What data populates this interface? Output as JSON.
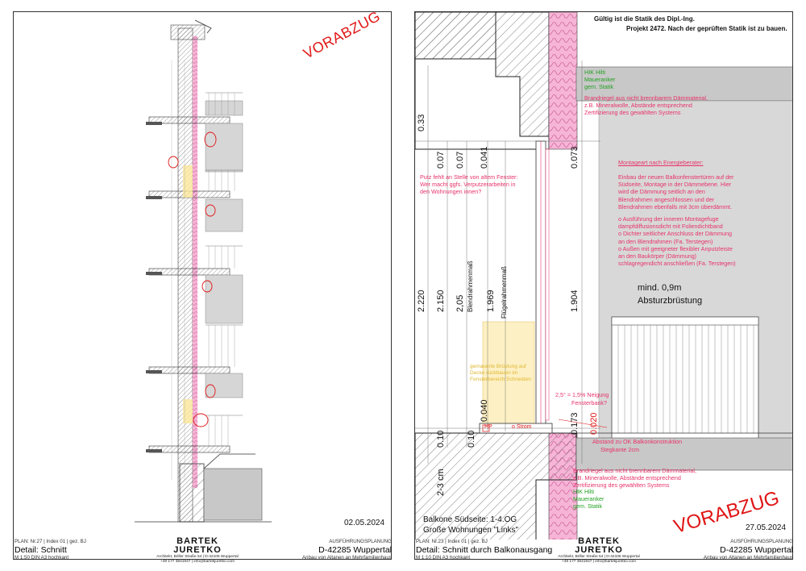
{
  "left": {
    "stamp": "VORABZUG",
    "date": "02.05.2024",
    "title_block": {
      "plan_line": "PLAN: Nr.27 | Index 01 | gez. BJ",
      "detail": "Detail: Schnitt",
      "scale": "M 1:50 DIN A3 hochkant",
      "logo_line1": "BARTEK",
      "logo_line2": "JURETKO",
      "office_line1": "Architekt, Briller Straße 54 | D-42105 Wuppertal",
      "office_line2": "+49 177 3841947 | info@bartekjuretko.com",
      "phase": "AUSFÜHRUNGSPLANUNG",
      "city": "D-42285 Wuppertal",
      "project": "Anbau von Altanen an Mehrfamilienhaus"
    }
  },
  "right": {
    "top_note_1": "Gültig ist die Statik des Dipl.-Ing.",
    "top_note_2": "Projekt 2472. Nach der geprüften Statik ist zu bauen.",
    "hik_top": [
      "HIK Hilti",
      "Maueranker",
      "gem. Statik"
    ],
    "brandriegel_top": [
      "Brandriegel aus nicht brennbarem Dämmaterial,",
      "z.B. Mineralwolle, Abstände entsprechend",
      "Zertifizierung des gewählten Systems"
    ],
    "montage_title": "Montageart nach Energieberater:",
    "montage_text": [
      "Einbau der neuen Balkonfenstertüren auf der",
      "Südseite, Montage in der Dämmebene. Hier",
      "wird die Dämmung seitlich an den",
      "Blendrahmen angeschlossen und der",
      "Blendrahmen ebenfalls mit 3cm überdämmt.",
      "",
      "o Ausführung der inneren Montagefuge",
      "dampfdiffusionsdicht mit Foliendichtband",
      "o Dichter seitlicher Anschluss der Dämmung",
      "an den Blendrahmen (Fa. Terstegen)",
      "o Außen mit geeigneter flexibler Anputzleiste",
      "an den Baukörper (Dämmung)",
      "schlagregendicht anschließen (Fa. Terstegen)"
    ],
    "putz_note": [
      "Putz fehlt an Stelle von altem Fenster:",
      "Wer macht ggfs. Verputzerarbeiten in",
      "den Wohnungen innen?"
    ],
    "mind": "mind. 0,9m",
    "absturz": "Absturzbrüstung",
    "slope_1": "2,5° = 1,5% Neigung",
    "slope_2": "Fensterbank?",
    "abstand_1": "Abstand zu OK Balkonkonstruktion",
    "abstand_2": "Stegkante 2cm",
    "brandriegel_bottom": [
      "Brandriegel aus nicht brennbarem Dämmaterial,",
      "z.B. Mineralwolle, Abstände entsprechend",
      "Zertifizierung des gewählten Systems"
    ],
    "hik_bottom": [
      "HIK Hilti",
      "Maueranker",
      "gem. Statik"
    ],
    "hp": "HP",
    "strom": "o Strom",
    "yellow_note": [
      "gemauerte Brüstung auf",
      "Decke rückbauen im",
      "Fensterbereich Schneiden"
    ],
    "dims": {
      "d033": "0.33",
      "d007a": "0.07",
      "d007b": "0.07",
      "d0041": "0.041",
      "d0073": "0.073",
      "d2220": "2.220",
      "d2150": "2.150",
      "d205": "2,05",
      "blend": "Blendrahmenmaß",
      "d1969": "1.969",
      "fluegel": "Flügelrahmenmaß",
      "d1904": "1.904",
      "d0040": "0.040",
      "d010a": "0.10",
      "d010b": "0.10",
      "d0173": "0.173",
      "d0020": "0.020",
      "d23cm": "2-3 cm"
    },
    "stamp": "VORABZUG",
    "balkone_1": "Balkone Südseite: 1-4.OG",
    "balkone_2": "Große Wohnungen \"Links\"",
    "date": "27.05.2024",
    "title_block": {
      "plan_line": "PLAN: Nr.23 | Index 01 | gez. BJ",
      "detail": "Detail: Schnitt durch Balkonausgang",
      "scale": "M 1:10 DIN A3 hochkant",
      "logo_line1": "BARTEK",
      "logo_line2": "JURETKO",
      "office_line1": "Architekt, Briller Straße 54 | D-42105 Wuppertal",
      "office_line2": "+49 177 3841947 | info@bartekjuretko.com",
      "phase": "AUSFÜHRUNGSPLANUNG",
      "city": "D-42285 Wuppertal",
      "project": "Anbau von Altanen an Mehrfamilienhaus"
    }
  }
}
